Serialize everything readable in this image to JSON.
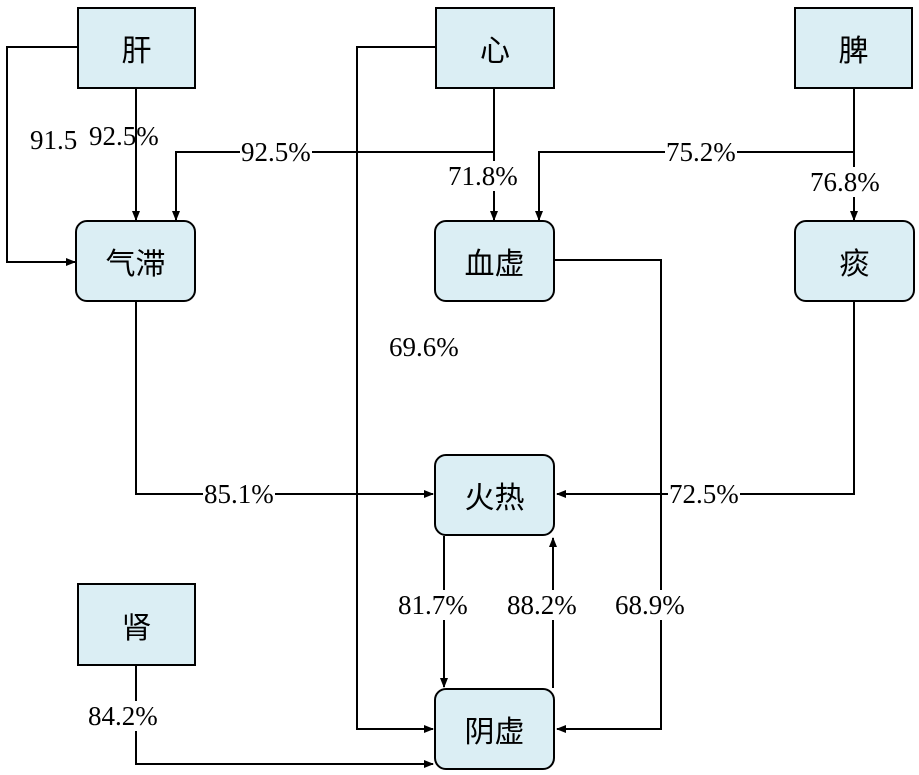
{
  "nodes": {
    "gan": "肝",
    "xin": "心",
    "pi": "脾",
    "qizhi": "气滞",
    "xuexu": "血虚",
    "tan": "痰",
    "huore": "火热",
    "shen": "肾",
    "yinxu": "阴虚"
  },
  "edges": {
    "gan_qizhi_a": "91.5",
    "gan_qizhi_b": "92.5%",
    "xin_qizhi": "92.5%",
    "xin_xuexu": "71.8%",
    "pi_xuexu": "75.2%",
    "pi_tan": "76.8%",
    "xin_yinxu": "69.6%",
    "qizhi_huore": "85.1%",
    "tan_huore": "72.5%",
    "huore_yinxu": "81.7%",
    "yinxu_huore": "88.2%",
    "xuexu_yinxu": "68.9%",
    "shen_yinxu": "84.2%"
  }
}
